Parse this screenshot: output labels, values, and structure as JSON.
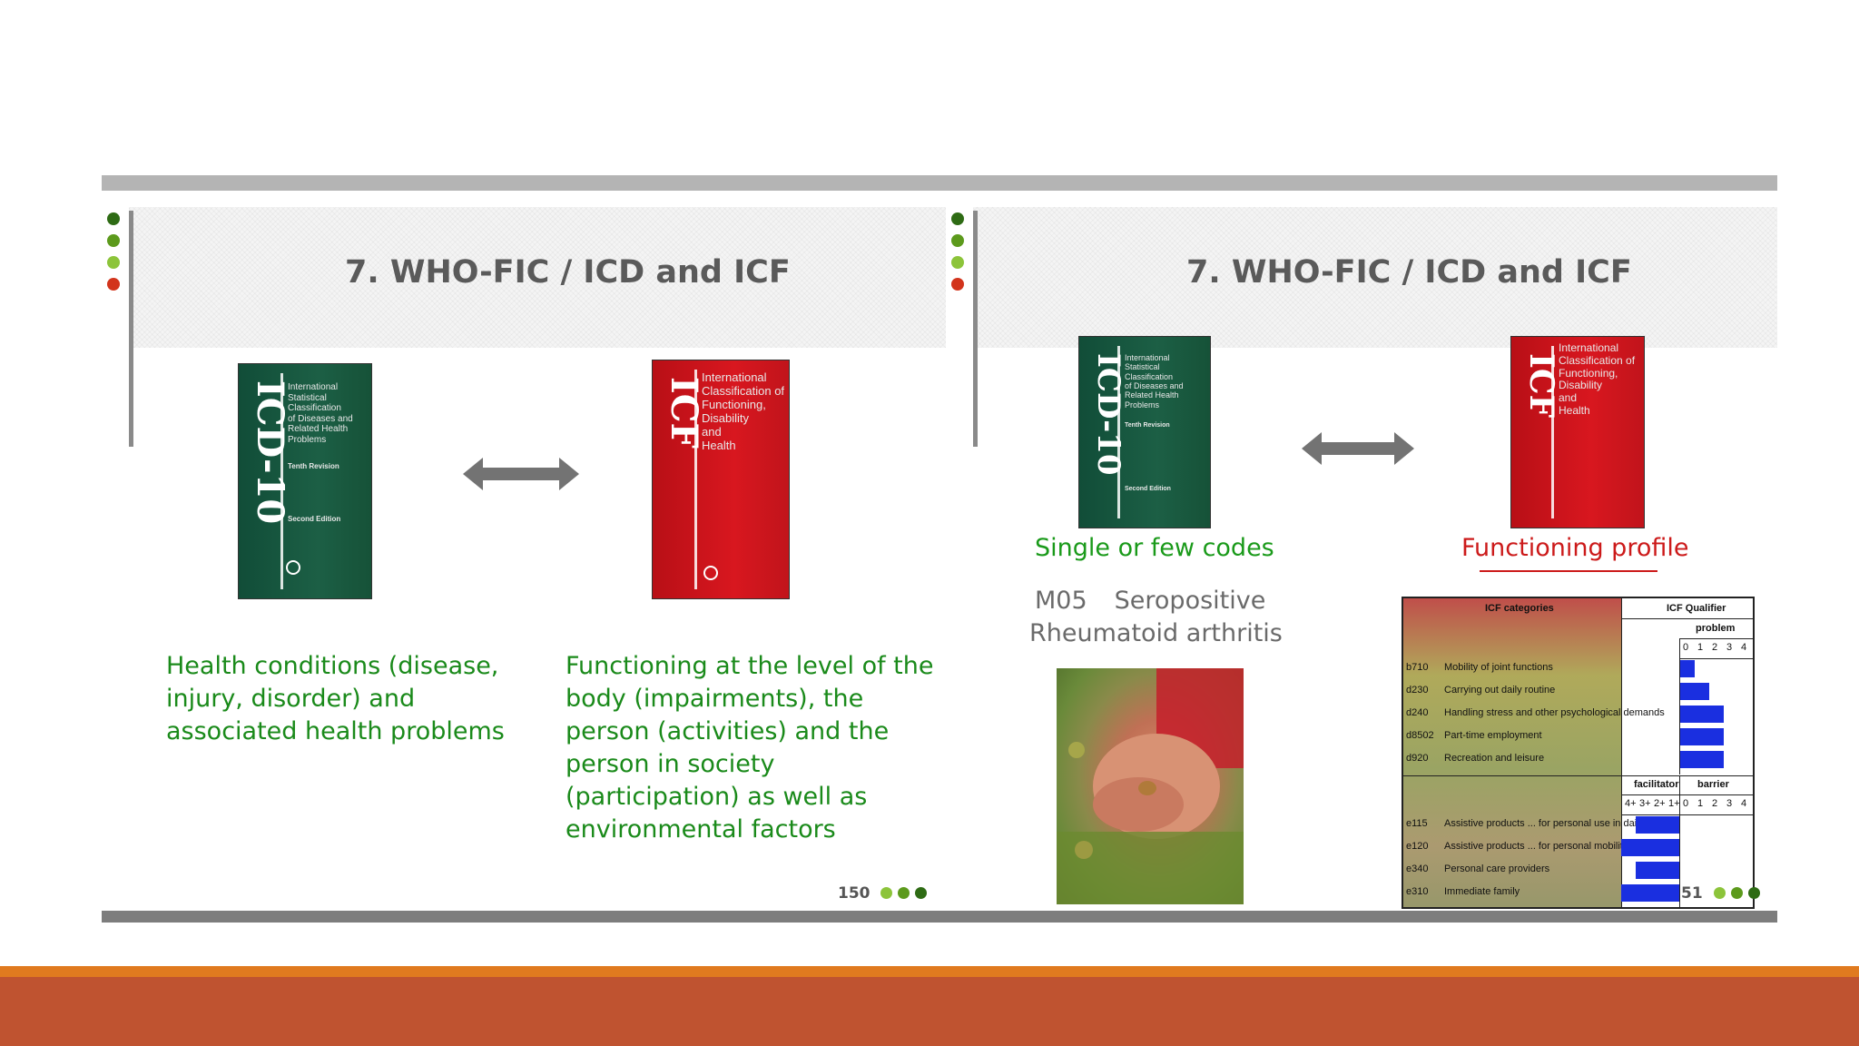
{
  "slide_left": {
    "title": "7. WHO-FIC / ICD and ICF",
    "book_icd": {
      "spine": "ICD-10",
      "lines": [
        "International",
        "Statistical",
        "Classification",
        "of Diseases and",
        "Related Health",
        "Problems"
      ],
      "edition": "Tenth Revision",
      "edition2": "Second Edition"
    },
    "book_icf": {
      "spine": "ICF",
      "lines": [
        "International",
        "Classification of",
        "Functioning,",
        "Disability",
        "and",
        "Health"
      ]
    },
    "text_icd": "Health conditions (disease, injury, disorder) and associated health problems",
    "text_icf": "Functioning at the level of the body (impairments), the person (activities) and the person in society (participation) as well as environmental factors",
    "page_number": "150"
  },
  "slide_right": {
    "title": "7. WHO-FIC / ICD and ICF",
    "label_icd": "Single or few codes",
    "label_icf": "Functioning profile",
    "code": "M05",
    "code_desc_1": "Seropositive",
    "code_desc_2": "Rheumatoid arthritis",
    "page_number": "51",
    "icf_table": {
      "header_categories": "ICF categories",
      "header_qualifier": "ICF Qualifier",
      "header_problem": "problem",
      "problem_scale": [
        "0",
        "1",
        "2",
        "3",
        "4"
      ],
      "header_facilitator": "facilitator",
      "header_barrier": "barrier",
      "env_scale": [
        "4+",
        "3+",
        "2+",
        "1+",
        "0",
        "1",
        "2",
        "3",
        "4"
      ],
      "activity_rows": [
        {
          "code": "b710",
          "label": "Mobility of joint functions",
          "level": 1
        },
        {
          "code": "d230",
          "label": "Carrying out daily routine",
          "level": 2
        },
        {
          "code": "d240",
          "label": "Handling stress and other psychological demands",
          "level": 3
        },
        {
          "code": "d8502",
          "label": "Part-time employment",
          "level": 3
        },
        {
          "code": "d920",
          "label": "Recreation and leisure",
          "level": 3
        }
      ],
      "env_rows": [
        {
          "code": "e115",
          "label": "Assistive products ... for personal use in daily living",
          "level": 3
        },
        {
          "code": "e120",
          "label": "Assistive products ... for personal mobility",
          "level": 4
        },
        {
          "code": "e340",
          "label": "Personal care providers",
          "level": 3
        },
        {
          "code": "e310",
          "label": "Immediate family",
          "level": 4
        }
      ]
    }
  },
  "colors": {
    "dot_dark_green": "#2e6b14",
    "dot_mid_green": "#5c9a1c",
    "dot_light_green": "#8cc43a",
    "dot_red": "#d2341c",
    "footer_orange": "#e07a1f",
    "footer_brown": "#bf5330"
  }
}
